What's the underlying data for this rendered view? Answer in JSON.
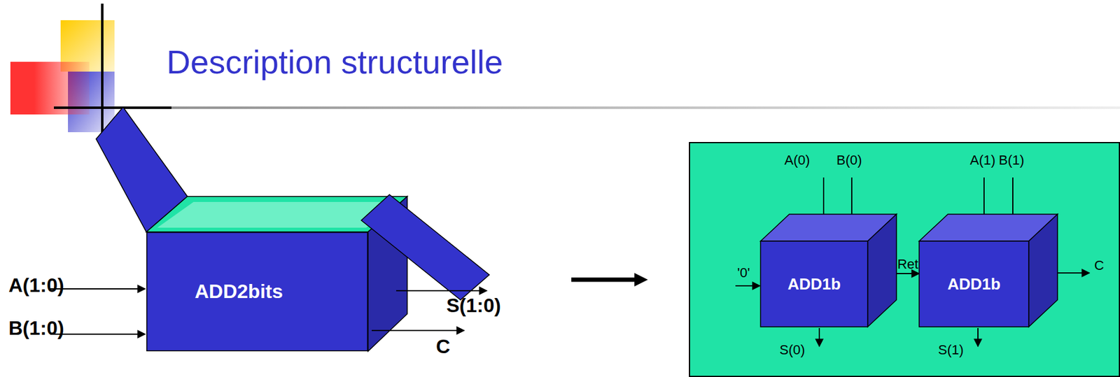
{
  "diagram": {
    "title": "Description structurelle",
    "nodes": [
      {
        "text": [
          "ADD2bits"
        ]
      },
      {
        "text": [
          "ADD1b"
        ]
      },
      {
        "text": [
          "ADD1b"
        ]
      }
    ],
    "edges": [
      {
        "from": 1,
        "to": 2,
        "arrow": "to",
        "label": "Ret"
      }
    ],
    "labels": [
      "A(1:0)",
      "B(1:0)",
      "S(1:0)",
      "C",
      "A(0)",
      "B(0)",
      "'0'",
      "S(0)",
      "A(1)",
      "B(1)",
      "S(1)",
      "C"
    ]
  }
}
